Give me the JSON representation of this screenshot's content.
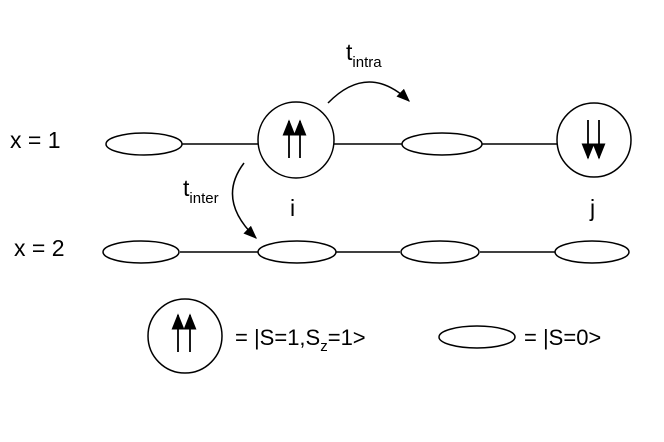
{
  "rows": [
    {
      "label": "x = 1",
      "sites": [
        "singlet",
        "triplet-up",
        "singlet",
        "triplet-down"
      ]
    },
    {
      "label": "x = 2",
      "sites": [
        "singlet",
        "singlet",
        "singlet",
        "singlet"
      ]
    }
  ],
  "site_labels": {
    "i": "i",
    "j": "j"
  },
  "hops": {
    "intra": {
      "base": "t",
      "subscript": "intra"
    },
    "inter": {
      "base": "t",
      "subscript": "inter"
    }
  },
  "legend": {
    "triplet": {
      "prefix": "= |S=1,S",
      "subscript": "z",
      "suffix": "=1>"
    },
    "singlet": {
      "text": "= |S=0>"
    }
  }
}
